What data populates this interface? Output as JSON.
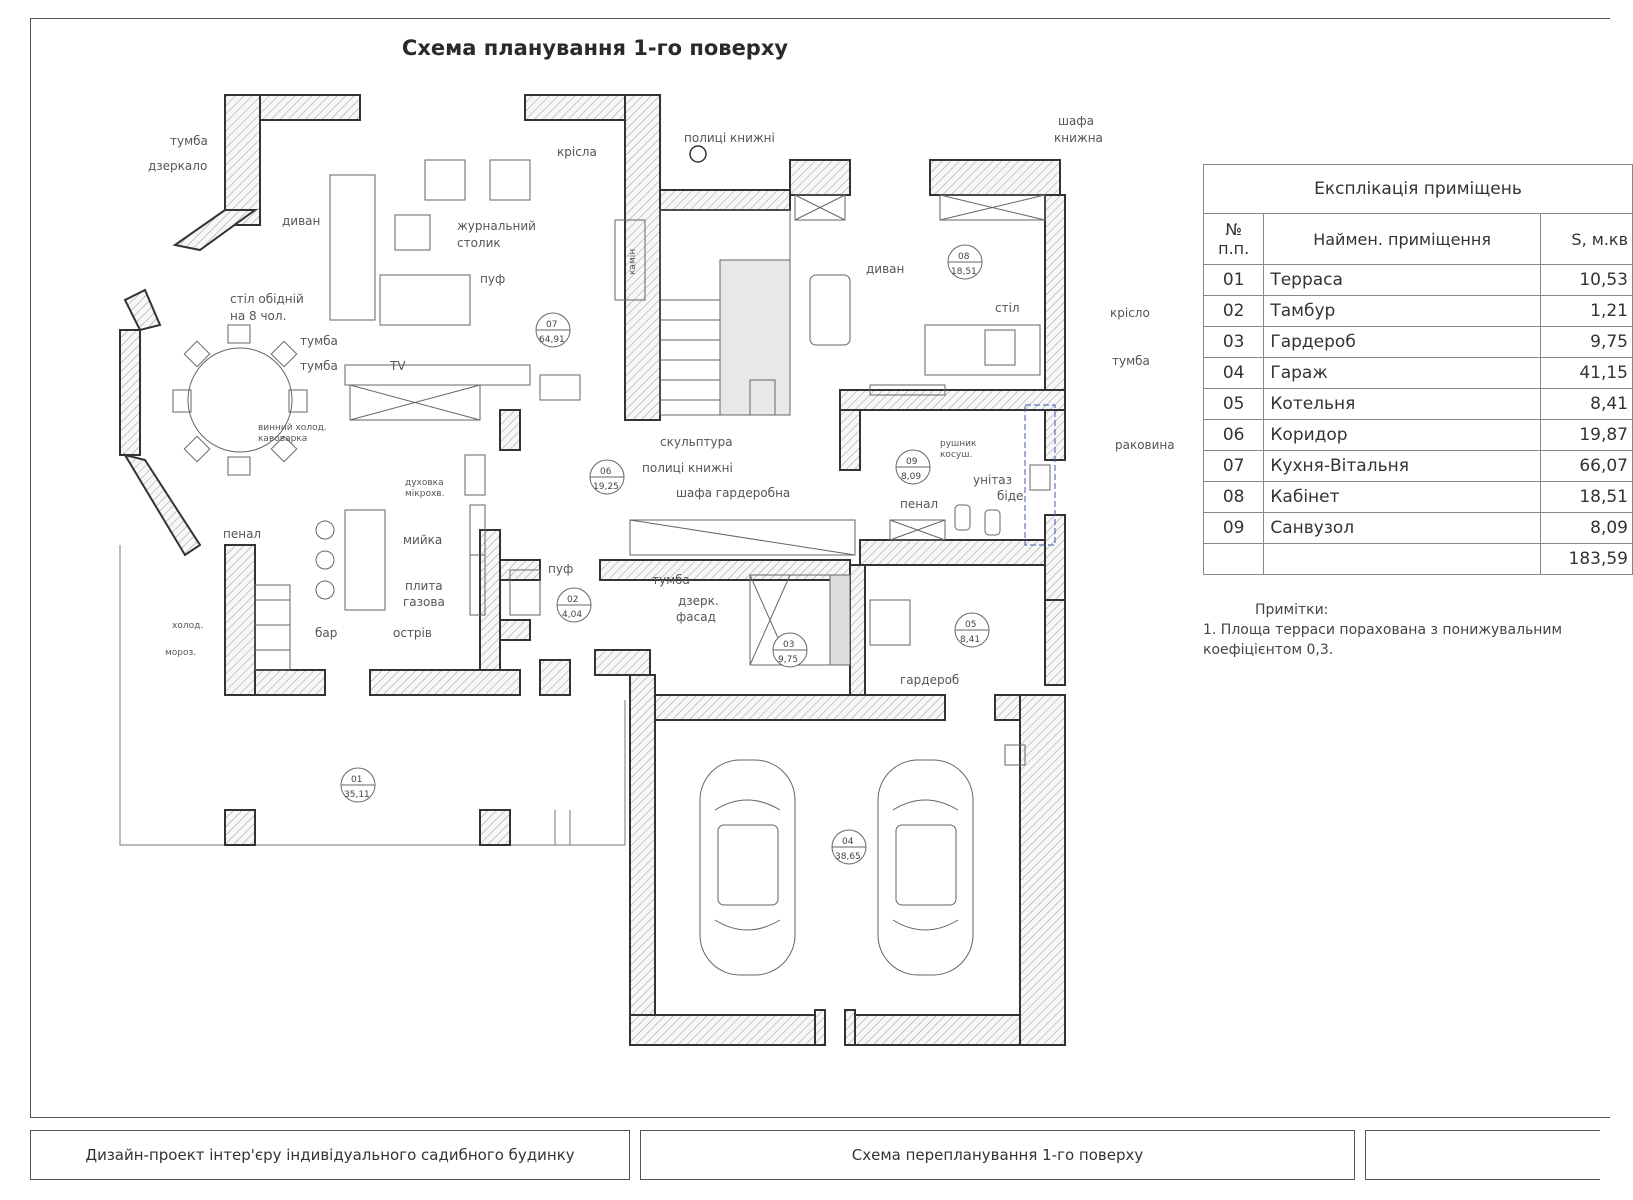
{
  "sheet_title": "Схема планування 1-го поверху",
  "labels": {
    "tumba_1": "тумба",
    "dzerkalo": "дзеркало",
    "dyvan_1": "диван",
    "stil_obidniy_1": "стіл обідній",
    "stil_obidniy_2": "на 8 чол.",
    "tumba_2": "тумба",
    "tumba_3": "тумба",
    "tv": "TV",
    "vynnyi_1": "винний холод.",
    "vynnyi_2": "кавоварка",
    "dukhovka_1": "духовка",
    "dukhovka_2": "мікрохв.",
    "penal_1": "пенал",
    "kholod": "холод.",
    "moroz": "мороз.",
    "bar": "бар",
    "ostriv": "острів",
    "myika": "мийка",
    "plyta_1": "плита",
    "plyta_2": "газова",
    "polytsi_knyzhni_1": "полиці книжні",
    "krisla": "крісла",
    "zhurnalnyi_1": "журнальний",
    "zhurnalnyi_2": "столик",
    "puf_1": "пуф",
    "kamin": "камін",
    "shafa_knyzhna_1": "шафа",
    "shafa_knyzhna_2": "книжна",
    "dyvan_2": "диван",
    "stil": "стіл",
    "krislo": "крісло",
    "tumba_4": "тумба",
    "rakovyna": "раковина",
    "rushnyk_1": "рушник",
    "rushnyk_2": "косуш.",
    "unitaz": "унітаз",
    "bide": "біде",
    "penal_2": "пенал",
    "skulptura": "скульптура",
    "polytsi_knyzhni_2": "полиці книжні",
    "shafa_garderobna": "шафа гардеробна",
    "puf_2": "пуф",
    "tumba_5": "тумба",
    "dzerk_1": "дзерк.",
    "dzerk_2": "фасад",
    "garderob": "гардероб"
  },
  "room_tags": [
    {
      "id": "01",
      "area": "35,11"
    },
    {
      "id": "02",
      "area": "4,04"
    },
    {
      "id": "03",
      "area": "9,75"
    },
    {
      "id": "04",
      "area": "38,65"
    },
    {
      "id": "05",
      "area": "8,41"
    },
    {
      "id": "06",
      "area": "19,25"
    },
    {
      "id": "07",
      "area": "64,91"
    },
    {
      "id": "08",
      "area": "18,51"
    },
    {
      "id": "09",
      "area": "8,09"
    }
  ],
  "legend": {
    "caption": "Експлікація приміщень",
    "col_num": "№ п.п.",
    "col_name": "Наймен. приміщення",
    "col_area": "S, м.кв",
    "rows": [
      {
        "num": "01",
        "name": "Терраса",
        "area": "10,53"
      },
      {
        "num": "02",
        "name": "Тамбур",
        "area": "1,21"
      },
      {
        "num": "03",
        "name": "Гардероб",
        "area": "9,75"
      },
      {
        "num": "04",
        "name": "Гараж",
        "area": "41,15"
      },
      {
        "num": "05",
        "name": "Котельня",
        "area": "8,41"
      },
      {
        "num": "06",
        "name": "Коридор",
        "area": "19,87"
      },
      {
        "num": "07",
        "name": "Кухня-Вітальня",
        "area": "66,07"
      },
      {
        "num": "08",
        "name": "Кабінет",
        "area": "18,51"
      },
      {
        "num": "09",
        "name": "Санвузол",
        "area": "8,09"
      }
    ],
    "total": "183,59"
  },
  "notes": {
    "heading": "Примітки:",
    "text": "1. Площа терраси порахована з понижувальним коефіцієнтом 0,3."
  },
  "title_block": {
    "project": "Дизайн-проект інтер'єру індивідуального садибного будинку",
    "sheet": "Схема перепланування 1-го поверху"
  }
}
